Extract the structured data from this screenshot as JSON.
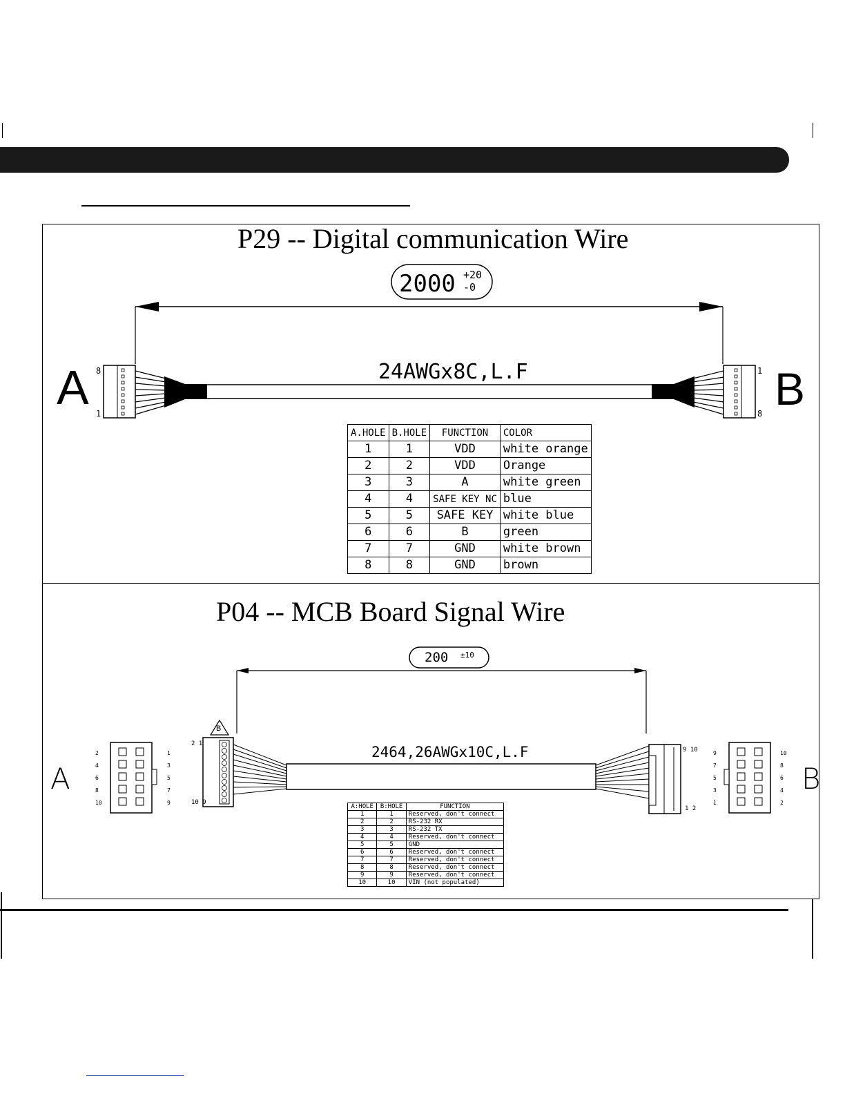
{
  "p29": {
    "title": "P29 -- Digital communication Wire",
    "length_main": "2000",
    "length_tol_plus": "+20",
    "length_tol_minus": "-0",
    "cable_label": "24AWGx8C,L.F",
    "end_a": "A",
    "end_b": "B",
    "pin_a_top": "8",
    "pin_a_bottom": "1",
    "pin_b_top": "1",
    "pin_b_bottom": "8",
    "headers": [
      "A.HOLE",
      "B.HOLE",
      "FUNCTION",
      "COLOR"
    ],
    "rows": [
      [
        "1",
        "1",
        "VDD",
        "white orange"
      ],
      [
        "2",
        "2",
        "VDD",
        "Orange"
      ],
      [
        "3",
        "3",
        "A",
        "white green"
      ],
      [
        "4",
        "4",
        "SAFE KEY NC",
        "blue"
      ],
      [
        "5",
        "5",
        "SAFE KEY",
        "white blue"
      ],
      [
        "6",
        "6",
        "B",
        "green"
      ],
      [
        "7",
        "7",
        "GND",
        "white brown"
      ],
      [
        "8",
        "8",
        "GND",
        "brown"
      ]
    ]
  },
  "p04": {
    "title": "P04 -- MCB Board Signal Wire",
    "length_main": "200",
    "length_tol": "±10",
    "cable_label": "2464,26AWGx10C,L.F",
    "end_a": "A",
    "end_b": "B",
    "mark": "B",
    "pins_a_left": [
      "2",
      "4",
      "6",
      "8",
      "10"
    ],
    "pins_a_right": [
      "1",
      "3",
      "5",
      "7",
      "9"
    ],
    "pins_b_left": [
      "9",
      "7",
      "5",
      "3",
      "1"
    ],
    "pins_b_right": [
      "10",
      "8",
      "6",
      "4",
      "2"
    ],
    "conn_left_top": "2 1",
    "conn_left_bottom": "10 9",
    "conn_right_top": "9 10",
    "conn_right_bottom": "1 2",
    "headers": [
      "A:HOLE",
      "B:HOLE",
      "FUNCTION"
    ],
    "rows": [
      [
        "1",
        "1",
        "Reserved, don't connect"
      ],
      [
        "2",
        "2",
        "RS-232 RX"
      ],
      [
        "3",
        "3",
        "RS-232 TX"
      ],
      [
        "4",
        "4",
        "Reserved, don't connect"
      ],
      [
        "5",
        "5",
        "GND"
      ],
      [
        "6",
        "6",
        "Reserved, don't connect"
      ],
      [
        "7",
        "7",
        "Reserved, don't connect"
      ],
      [
        "8",
        "8",
        "Reserved, don't connect"
      ],
      [
        "9",
        "9",
        "Reserved, don't connect"
      ],
      [
        "10",
        "10",
        "VIN (not populated)"
      ]
    ]
  }
}
